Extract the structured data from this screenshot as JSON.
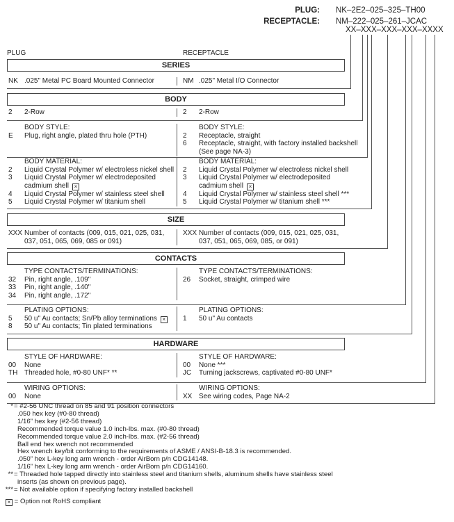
{
  "part_codes": {
    "plug_label": "PLUG:",
    "plug_code": "NK–2E2–025–325–TH00",
    "receptacle_label": "RECEPTACLE:",
    "receptacle_code": "NM–222–025–261–JCAC",
    "template": "XX–XXX–XXX–XXX–XXXX"
  },
  "columns": {
    "plug": "PLUG",
    "receptacle": "RECEPTACLE"
  },
  "headers": {
    "series": "SERIES",
    "body": "BODY",
    "size": "SIZE",
    "contacts": "CONTACTS",
    "hardware": "HARDWARE"
  },
  "sections": [
    {
      "id": "series",
      "plug": [
        {
          "c": "NK",
          "t": ".025\" Metal PC Board Mounted Connector"
        }
      ],
      "receptacle": [
        {
          "c": "NM",
          "t": ".025\" Metal I/O Connector"
        }
      ]
    },
    {
      "id": "body-row",
      "plug": [
        {
          "c": "2",
          "t": "2-Row"
        }
      ],
      "receptacle": [
        {
          "c": "2",
          "t": "2-Row"
        }
      ]
    },
    {
      "id": "body-style",
      "plug": [
        {
          "c": "",
          "t": "BODY STYLE:"
        },
        {
          "c": "E",
          "t": "Plug, right angle, plated thru hole (PTH)"
        }
      ],
      "receptacle": [
        {
          "c": "",
          "t": "BODY STYLE:"
        },
        {
          "c": "2",
          "t": "Receptacle, straight"
        },
        {
          "c": "6",
          "t": "Receptacle, straight, with factory installed backshell"
        },
        {
          "c": "",
          "t": "(See page NA-3)"
        }
      ]
    },
    {
      "id": "body-material",
      "plug": [
        {
          "c": "",
          "t": "BODY MATERIAL:"
        },
        {
          "c": "2",
          "t": "Liquid Crystal Polymer w/ electroless nickel shell"
        },
        {
          "c": "3",
          "t": "Liquid Crystal Polymer w/ electrodeposited"
        },
        {
          "c": "",
          "t": "cadmium shell",
          "rohs": true
        },
        {
          "c": "4",
          "t": "Liquid Crystal Polymer w/ stainless steel shell"
        },
        {
          "c": "5",
          "t": "Liquid Crystal Polymer w/ titanium shell"
        }
      ],
      "receptacle": [
        {
          "c": "",
          "t": "BODY MATERIAL:"
        },
        {
          "c": "2",
          "t": "Liquid Crystal Polymer w/ electroless nickel shell"
        },
        {
          "c": "3",
          "t": "Liquid Crystal Polymer w/ electrodeposited"
        },
        {
          "c": "",
          "t": "cadmium shell",
          "rohs": true
        },
        {
          "c": "4",
          "t": "Liquid Crystal Polymer w/ stainless steel shell ***"
        },
        {
          "c": "5",
          "t": "Liquid Crystal Polymer w/ titanium shell ***"
        }
      ]
    },
    {
      "id": "size",
      "plug": [
        {
          "c": "XXX",
          "t": "Number of contacts (009, 015, 021, 025, 031,"
        },
        {
          "c": "",
          "t": "037, 051, 065, 069, 085 or 091)"
        }
      ],
      "receptacle": [
        {
          "c": "XXX",
          "t": "Number of contacts (009, 015, 021, 025, 031,"
        },
        {
          "c": "",
          "t": "037, 051, 065, 069, 085, or 091)"
        }
      ]
    },
    {
      "id": "contacts-type",
      "plug": [
        {
          "c": "",
          "t": "TYPE CONTACTS/TERMINATIONS:"
        },
        {
          "c": "32",
          "t": "Pin, right angle, .109\""
        },
        {
          "c": "33",
          "t": "Pin, right angle, .140\""
        },
        {
          "c": "34",
          "t": "Pin, right angle, .172\""
        }
      ],
      "receptacle": [
        {
          "c": "",
          "t": "TYPE CONTACTS/TERMINATIONS:"
        },
        {
          "c": "26",
          "t": "Socket, straight, crimped wire"
        }
      ]
    },
    {
      "id": "plating",
      "plug": [
        {
          "c": "",
          "t": "PLATING OPTIONS:"
        },
        {
          "c": "5",
          "t": "50 u\" Au contacts; Sn/Pb alloy terminations",
          "rohs": true
        },
        {
          "c": "8",
          "t": "50 u\" Au contacts; Tin plated terminations"
        }
      ],
      "receptacle": [
        {
          "c": "",
          "t": "PLATING OPTIONS:"
        },
        {
          "c": "1",
          "t": "50 u\" Au contacts"
        }
      ]
    },
    {
      "id": "hardware-style",
      "plug": [
        {
          "c": "",
          "t": "STYLE OF HARDWARE:"
        },
        {
          "c": "00",
          "t": "None"
        },
        {
          "c": "TH",
          "t": "Threaded hole, #0-80 UNF*  **"
        }
      ],
      "receptacle": [
        {
          "c": "",
          "t": "STYLE OF HARDWARE:"
        },
        {
          "c": "00",
          "t": "None ***"
        },
        {
          "c": "JC",
          "t": "Turning jackscrews, captivated #0-80 UNF*"
        }
      ]
    },
    {
      "id": "wiring",
      "plug": [
        {
          "c": "",
          "t": "WIRING OPTIONS:"
        },
        {
          "c": "00",
          "t": "None"
        }
      ],
      "receptacle": [
        {
          "c": "",
          "t": "WIRING OPTIONS:"
        },
        {
          "c": "XX",
          "t": "See wiring codes, Page NA-2"
        }
      ]
    }
  ],
  "footnotes": [
    {
      "m": "*",
      "t": "= #2-56 UNC thread on 85 and 91 position connectors"
    },
    {
      "m": "",
      "t": ".050 hex key (#0-80 thread)"
    },
    {
      "m": "",
      "t": "1/16\" hex key (#2-56 thread)"
    },
    {
      "m": "",
      "t": "Recommended torque value 1.0 inch-lbs. max. (#0-80 thread)"
    },
    {
      "m": "",
      "t": "Recommended torque value 2.0 inch-lbs. max. (#2-56 thread)"
    },
    {
      "m": "",
      "t": "Ball end hex wrench not recommended"
    },
    {
      "m": "",
      "t": "Hex wrench key/bit conforming to the requirements of ASME / ANSI-B-18.3 is recommended."
    },
    {
      "m": "",
      "t": ".050\" hex L-key long arm wrench - order AirBorn p/n CDG14148."
    },
    {
      "m": "",
      "t": "1/16\" hex L-key long arm wrench - order AirBorn p/n CDG14160."
    },
    {
      "m": "**",
      "t": "= Threaded hole tapped directly into stainless steel and titanium shells, aluminum shells have stainless steel"
    },
    {
      "m": "",
      "t": "inserts (as shown on previous page)."
    },
    {
      "m": "***",
      "t": "= Not available option if specifying factory installed backshell"
    }
  ],
  "rohs_note": {
    "icon": "boxed-x-icon",
    "t": "= Option not RoHS compliant"
  }
}
